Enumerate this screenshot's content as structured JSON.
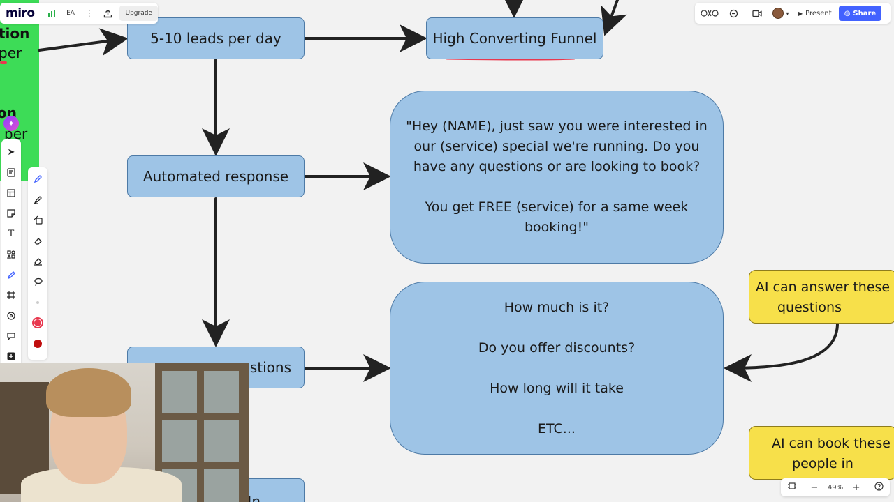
{
  "app": {
    "logo": "miro",
    "board_initials": "EA",
    "upgrade_label": "Upgrade",
    "present_label": "Present",
    "share_label": "Share",
    "share_color": "#4262ff"
  },
  "board": {
    "green_sticky": {
      "line1": "tion",
      "line2": "per",
      "line3": "on",
      "line4": "per"
    },
    "leads_box": "5-10 leads per day",
    "funnel_box": "High Converting Funnel",
    "auto_box": "Automated response",
    "questions_box": "stions",
    "bottom_box": "In",
    "message_box": {
      "line1": "\"Hey (NAME), just saw you were interested in",
      "line2": "our (service) special we're running. Do you",
      "line3": "have any questions or are looking to book?",
      "line4": "You get FREE (service) for a same week",
      "line5": "booking!\""
    },
    "faq_box": {
      "q1": "How much is it?",
      "q2": "Do you offer discounts?",
      "q3": "How long will it take",
      "q4": "ETC..."
    },
    "ai_answer": {
      "line1": "AI can answer these",
      "line2": "questions"
    },
    "ai_book": {
      "line1": "AI can book these",
      "line2": "people in"
    }
  },
  "colors": {
    "process_box": "#9ec4e6",
    "ai_note": "#f7e04a",
    "green_sticky": "#3ddc57",
    "annotation_red": "#e8384f"
  },
  "zoom": {
    "level": "49%"
  }
}
